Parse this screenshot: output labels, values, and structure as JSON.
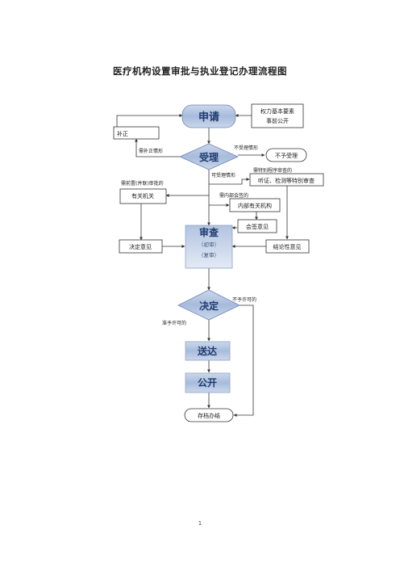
{
  "title": "医疗机构设置审批与执业登记办理流程图",
  "page_number": "1",
  "nodes": {
    "apply": "申请",
    "rights": "权力基本要素",
    "rights2": "事前公开",
    "supplement": "补正",
    "accept": "受理",
    "reject": "不予受理",
    "related": "有关机关",
    "special": "听证、检测等特别审查",
    "internal": "内部有关机构",
    "sign": "会签意见",
    "review": "审查",
    "review_first": "（初审）",
    "review_second": "（复审）",
    "decision_opinion": "决定意见",
    "conclusion": "结论性意见",
    "decide": "决定",
    "deliver": "送达",
    "publish": "公开",
    "archive": "存档办结"
  },
  "labels": {
    "need_supplement": "需补正情形",
    "not_accept": "不受理情形",
    "can_accept": "可受理情形",
    "need_higher": "需前置(并联)审批的",
    "need_special": "需特别程序审查的",
    "need_sign": "需内部会签的",
    "grant": "准予许可的",
    "not_grant": "不予许可的"
  },
  "colors": {
    "node_fill": "#a7bbdb",
    "node_fill_light": "#d9e3f1",
    "node_text": "#1f3a6e",
    "line": "#333333"
  }
}
